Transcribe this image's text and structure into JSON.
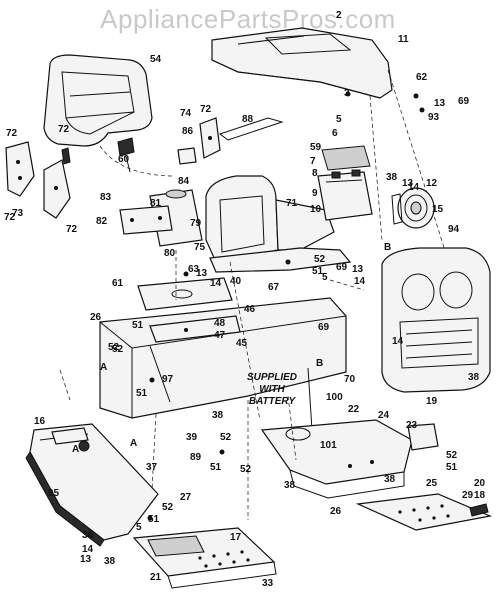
{
  "watermark": "AppliancePartsPros.com",
  "notes": {
    "supplied_line1": "SUPPLIED",
    "supplied_line2": "WITH",
    "supplied_line3": "BATTERY"
  },
  "connectors": [
    "A",
    "A",
    "B",
    "B"
  ],
  "callouts": [
    "2",
    "11",
    "54",
    "62",
    "69",
    "3",
    "13",
    "93",
    "74",
    "72",
    "88",
    "5",
    "6",
    "86",
    "59",
    "7",
    "60",
    "72",
    "72",
    "73",
    "72",
    "72",
    "84",
    "83",
    "81",
    "82",
    "79",
    "80",
    "8",
    "9",
    "38",
    "13",
    "14",
    "12",
    "15",
    "71",
    "10",
    "94",
    "75",
    "13",
    "14",
    "40",
    "67",
    "52",
    "51",
    "69",
    "13",
    "14",
    "5",
    "63",
    "61",
    "46",
    "48",
    "47",
    "26",
    "51",
    "52",
    "45",
    "69",
    "14",
    "70",
    "38",
    "52",
    "97",
    "51",
    "19",
    "16",
    "38",
    "39",
    "100",
    "22",
    "24",
    "23",
    "101",
    "52",
    "51",
    "A",
    "37",
    "89",
    "52",
    "51",
    "52",
    "38",
    "95",
    "27",
    "52",
    "51",
    "5",
    "36",
    "14",
    "13",
    "38",
    "17",
    "26",
    "38",
    "25",
    "29",
    "18",
    "20",
    "21",
    "33",
    "29"
  ]
}
